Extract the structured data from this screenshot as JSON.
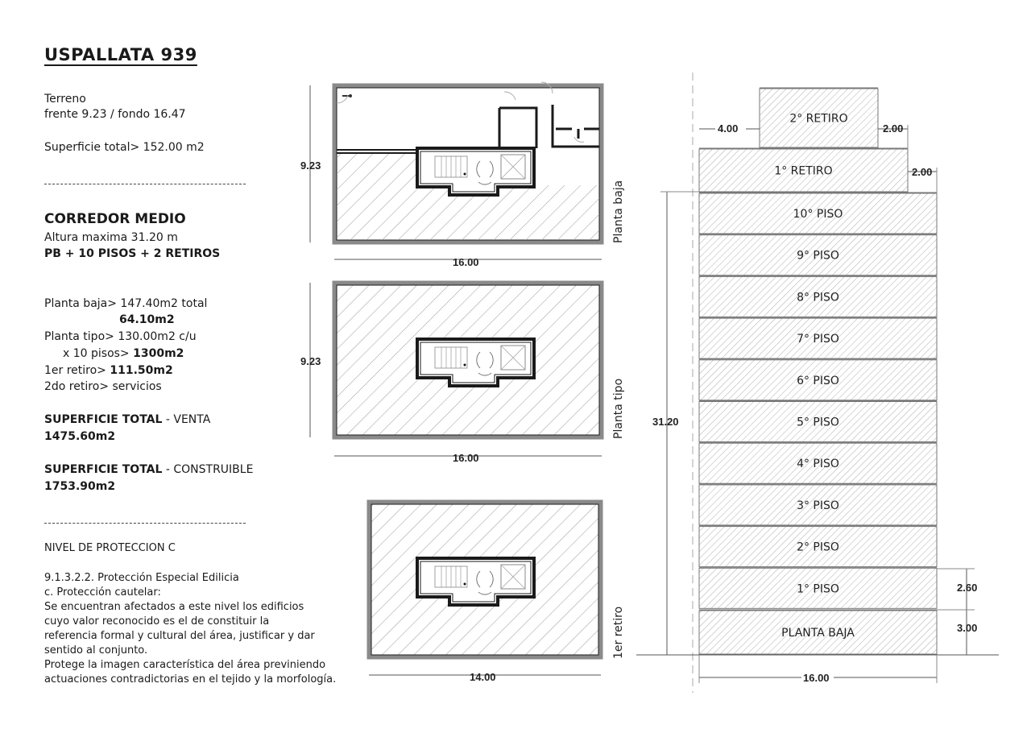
{
  "title": "USPALLATA 939",
  "terreno": {
    "label": "Terreno",
    "dimensions": "frente 9.23  /  fondo 16.47",
    "superficie": "Superficie total> 152.00 m2"
  },
  "zoning": {
    "name": "CORREDOR MEDIO",
    "altura": "Altura maxima 31.20 m",
    "pisos": "PB + 10 PISOS + 2 RETIROS"
  },
  "areas": {
    "planta_baja": "Planta baja> 147.40m2 total",
    "planta_baja_value": "64.10m2",
    "planta_tipo": "Planta tipo> 130.00m2 c/u",
    "pisos_prefix": "x 10 pisos>",
    "pisos_value": "1300m2",
    "retiro1_prefix": "1er retiro>",
    "retiro1_value": "111.50m2",
    "retiro2": "2do retiro> servicios"
  },
  "totals": {
    "venta_label": "SUPERFICIE TOTAL",
    "venta_suffix": "- VENTA",
    "venta_value": "1475.60m2",
    "construible_label": "SUPERFICIE TOTAL",
    "construible_suffix": "- CONSTRUIBLE",
    "construible_value": "1753.90m2"
  },
  "proteccion": {
    "nivel": "NIVEL DE PROTECCION C",
    "articulo": "9.1.3.2.2. Protección Especial Edilicia",
    "tipo": "c. Protección cautelar:",
    "lines": [
      "Se encuentran afectados a este nivel los edificios",
      "cuyo valor reconocido es el de constituir la",
      "referencia formal y cultural del área, justificar y dar",
      "sentido al conjunto.",
      "Protege la imagen característica del área previniendo",
      "actuaciones contradictorias en el tejido y la morfología."
    ]
  },
  "plans": [
    {
      "label": "Planta baja",
      "width_dim": "16.00",
      "depth_dim": "9.23"
    },
    {
      "label": "Planta tipo",
      "width_dim": "16.00",
      "depth_dim": "9.23"
    },
    {
      "label": "1er retiro",
      "width_dim": "14.00"
    }
  ],
  "elevation": {
    "floors": [
      "2° RETIRO",
      "1° RETIRO",
      "10° PISO",
      "9° PISO",
      "8° PISO",
      "7° PISO",
      "6° PISO",
      "5° PISO",
      "4° PISO",
      "3° PISO",
      "2° PISO",
      "1° PISO",
      "PLANTA BAJA"
    ],
    "total_height": "31.20",
    "width": "16.00",
    "retiro2_offset_left": "4.00",
    "retiro2_offset_right": "2.00",
    "retiro1_offset_right": "2.00",
    "floor_height": "2.60",
    "pb_height": "3.00"
  },
  "colors": {
    "line": "#1a1a1a",
    "hatch": "#9a9a9a",
    "wall": "#8a8a8a"
  }
}
